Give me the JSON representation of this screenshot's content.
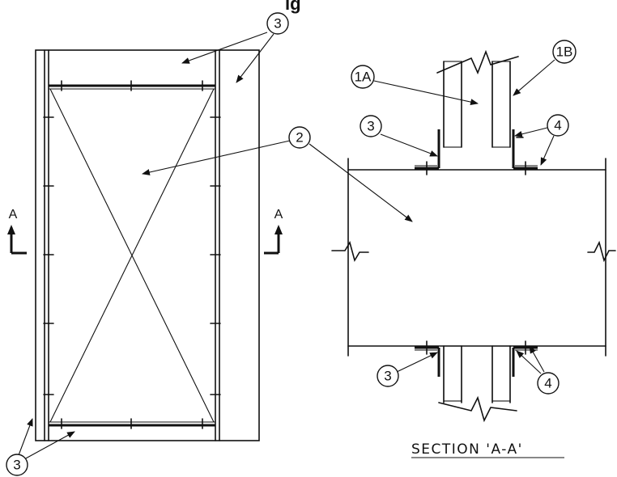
{
  "title_fragment": "ig",
  "callouts": {
    "top_right": "3",
    "center": "2",
    "bottom_left": "3",
    "section_1a": "1A",
    "section_1b": "1B",
    "section_3_top": "3",
    "section_4_top": "4",
    "section_3_bottom": "3",
    "section_4_bottom": "4"
  },
  "section_markers": {
    "left": "A",
    "right": "A"
  },
  "section_title": "SECTION 'A-A'"
}
